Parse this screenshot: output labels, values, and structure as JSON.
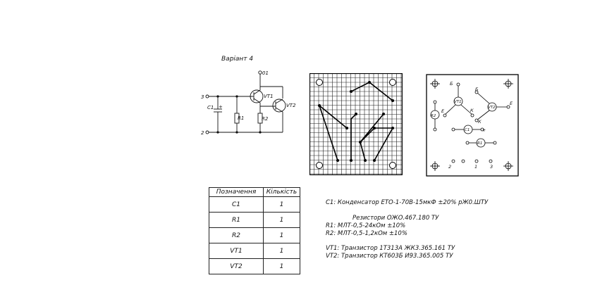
{
  "variant_title": "Варіант  4",
  "schematic": {
    "node_top": "01",
    "node_left": "3",
    "node_bottom": "2",
    "c1": "C1",
    "c1_plus": "+",
    "r1": "R1",
    "r2": "R2",
    "vt1": "VT1",
    "vt2": "VT2"
  },
  "layout_board": {
    "labels": {
      "b1": "Б",
      "e1": "E",
      "k1": "К",
      "vt1": "VT1",
      "vt2": "VT2",
      "b2": "Б",
      "k2": "К",
      "e2": "Е",
      "r2": "R2",
      "c1": "C1",
      "c1_plus": "+",
      "r1": "R1",
      "pin2": "2",
      "pin1": "1",
      "pin3": "3"
    }
  },
  "table": {
    "headers": [
      "Позначення",
      "Кількість"
    ],
    "rows": [
      [
        "C1",
        "1"
      ],
      [
        "R1",
        "1"
      ],
      [
        "R2",
        "1"
      ],
      [
        "VT1",
        "1"
      ],
      [
        "VT2",
        "1"
      ]
    ]
  },
  "specs": {
    "c1": "C1: Конденсатор ЕТО-1-70В-15мкФ ±20% pЖ0.ШТУ",
    "resistors_header": "Резистори ОЖО.467.180 ТУ",
    "r1": "R1: МЛТ-0,5-24кОм ±10%",
    "r2": "R2: МЛТ-0,5-1,2кОм ±10%",
    "vt1": "VT1: Транзистор 1Т313А ЖК3.365.161 ТУ",
    "vt2": "VT2: Транзистор КТ603Б И93.365.005 ТУ"
  }
}
